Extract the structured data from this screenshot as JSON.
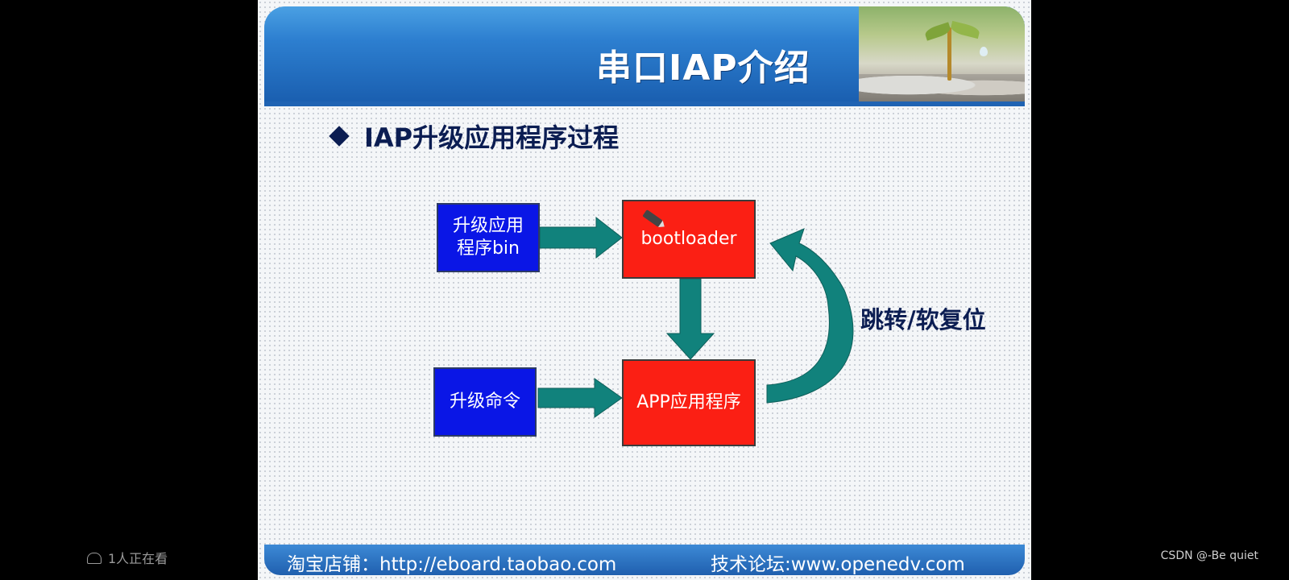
{
  "slide": {
    "title": "串口IAP介绍",
    "subtitle": "IAP升级应用程序过程",
    "footer_shop": "淘宝店铺：http://eboard.taobao.com",
    "footer_forum": "技术论坛:www.openedv.com"
  },
  "diagram": {
    "box_bin_line1": "升级应用",
    "box_bin_line2": "程序bin",
    "box_cmd": "升级命令",
    "box_bootloader": "bootloader",
    "box_app": "APP应用程序",
    "jump_label": "跳转/软复位"
  },
  "overlay": {
    "viewers": "1人正在看",
    "watermark": "CSDN @-Be quiet"
  },
  "colors": {
    "blue_box": "#0a16e6",
    "red_box": "#fb1f14",
    "arrow": "#11827c",
    "header": "#2d7fd0"
  }
}
